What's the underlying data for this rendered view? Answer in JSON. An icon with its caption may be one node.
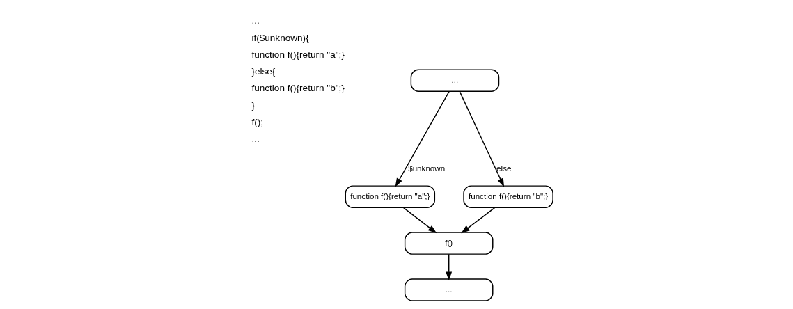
{
  "diagram": {
    "nodes": [
      {
        "text": [
          "..."
        ]
      },
      {
        "text": [
          "function f(){return \"a\";}"
        ]
      },
      {
        "text": [
          "function f(){return \"b\";}"
        ]
      },
      {
        "text": [
          "f()"
        ]
      },
      {
        "text": [
          "..."
        ]
      }
    ],
    "edges": [
      {
        "from": 0,
        "to": 1,
        "arrow": "to",
        "label": "$unknown"
      },
      {
        "from": 0,
        "to": 2,
        "arrow": "to",
        "label": "else"
      },
      {
        "from": 1,
        "to": 3,
        "arrow": "to"
      },
      {
        "from": 2,
        "to": 3,
        "arrow": "to"
      },
      {
        "from": 3,
        "to": 4,
        "arrow": "to"
      }
    ],
    "labels": [
      "...",
      "if($unknown){",
      "function f(){return \"a\";}",
      "}else{",
      "function f(){return \"b\";}",
      "}",
      "f();",
      "..."
    ]
  }
}
